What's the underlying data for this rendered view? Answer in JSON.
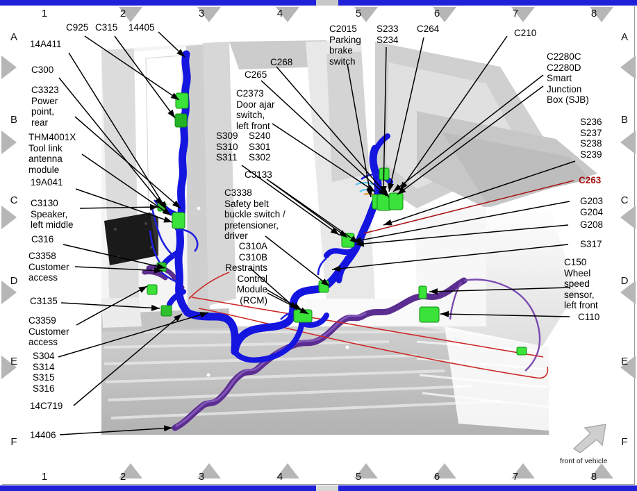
{
  "page": {
    "background": "#ffffff",
    "frame_border": "#9a9a9a",
    "scrollbar_color": "#2020d8",
    "accent_red": "#a81414",
    "harness_blue": "#1414e6",
    "harness_purple": "#6a2fa0",
    "connector_green": "#33e033",
    "body_grey": "#b6b6b6"
  },
  "ruler": {
    "columns": [
      "1",
      "2",
      "3",
      "4",
      "5",
      "6",
      "7",
      "8"
    ],
    "rows": [
      "A",
      "B",
      "C",
      "D",
      "E",
      "F"
    ]
  },
  "footer": {
    "orientation_note": "front of vehicle",
    "arrow_icon": "arrow-up-right-icon"
  },
  "labels": {
    "top_left": [
      {
        "id": "c925",
        "text": "C925"
      },
      {
        "id": "c315",
        "text": "C315"
      },
      {
        "id": "14405",
        "text": "14405"
      }
    ],
    "left_column": [
      {
        "id": "14a411",
        "text": "14A411"
      },
      {
        "id": "c300",
        "text": "C300"
      },
      {
        "id": "c3323",
        "text": "C3323\nPower\npoint,\nrear"
      },
      {
        "id": "thm4001x",
        "text": "THM4001X\nTool link\nantenna\nmodule"
      },
      {
        "id": "19a041",
        "text": "19A041"
      },
      {
        "id": "c3130",
        "text": "C3130\nSpeaker,\nleft middle"
      },
      {
        "id": "c316",
        "text": "C316"
      },
      {
        "id": "c3358",
        "text": "C3358\nCustomer\naccess"
      },
      {
        "id": "c3135",
        "text": "C3135"
      },
      {
        "id": "c3359",
        "text": "C3359\nCustomer\naccess"
      },
      {
        "id": "s304group",
        "text": "S304\nS314\nS315\nS316"
      },
      {
        "id": "14c719",
        "text": "14C719"
      },
      {
        "id": "14406",
        "text": "14406"
      }
    ],
    "center_column": [
      {
        "id": "c268",
        "text": "C268"
      },
      {
        "id": "c265",
        "text": "C265"
      },
      {
        "id": "c2373",
        "text": "C2373\nDoor ajar\nswitch,\nleft front"
      },
      {
        "id": "s309",
        "text": "S309\nS310\nS311"
      },
      {
        "id": "s240",
        "text": "S240\nS301\nS302"
      },
      {
        "id": "c3133",
        "text": "C3133"
      },
      {
        "id": "c3338",
        "text": "C3338\nSafety belt\nbuckle switch /\npretensioner,\ndriver"
      },
      {
        "id": "c310",
        "text": "C310A\nC310B\nRestraints\nControl\nModule\n(RCM)"
      }
    ],
    "top_center_right": [
      {
        "id": "c2015",
        "text": "C2015\nParking\nbrake\nswitch"
      },
      {
        "id": "s233",
        "text": "S233\nS234"
      },
      {
        "id": "c264",
        "text": "C264"
      },
      {
        "id": "c210",
        "text": "C210"
      }
    ],
    "right_column": [
      {
        "id": "c2280",
        "text": "C2280C\nC2280D\nSmart\nJunction\nBox (SJB)"
      },
      {
        "id": "s236",
        "text": "S236\nS237\nS238\nS239"
      },
      {
        "id": "c263",
        "text": "C263",
        "color": "#a81414",
        "bold": true
      },
      {
        "id": "g203",
        "text": "G203\nG204"
      },
      {
        "id": "g208",
        "text": "G208"
      },
      {
        "id": "s317",
        "text": "S317"
      },
      {
        "id": "c150",
        "text": "C150\nWheel\nspeed\nsensor,\nleft front"
      },
      {
        "id": "c110",
        "text": "C110"
      }
    ]
  }
}
